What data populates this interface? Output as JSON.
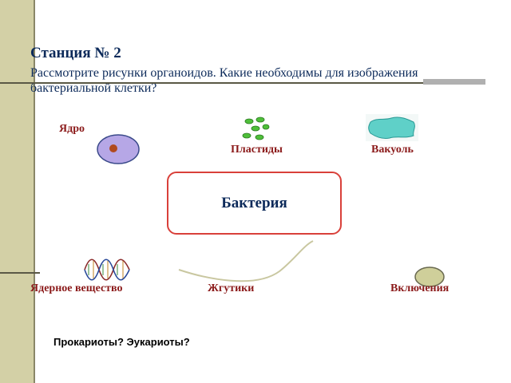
{
  "slide": {
    "title": "Станция № 2",
    "subtitle": "Рассмотрите рисунки органоидов. Какие необходимы для изображения бактериальной клетки?"
  },
  "organelles": {
    "nucleus": "Ядро",
    "plastids": "Пластиды",
    "vacuole": "Вакуоль",
    "nuclear_substance": "Ядерное вещество",
    "flagella": "Жгутики",
    "inclusions": "Включения"
  },
  "center_box": {
    "label": "Бактерия"
  },
  "question": "Прокариоты?  Эукариоты?",
  "colors": {
    "sidebar": "#d3d0a6",
    "title": "#0c2a5a",
    "labels": "#8b1a1a",
    "box_border": "#d9403a"
  }
}
